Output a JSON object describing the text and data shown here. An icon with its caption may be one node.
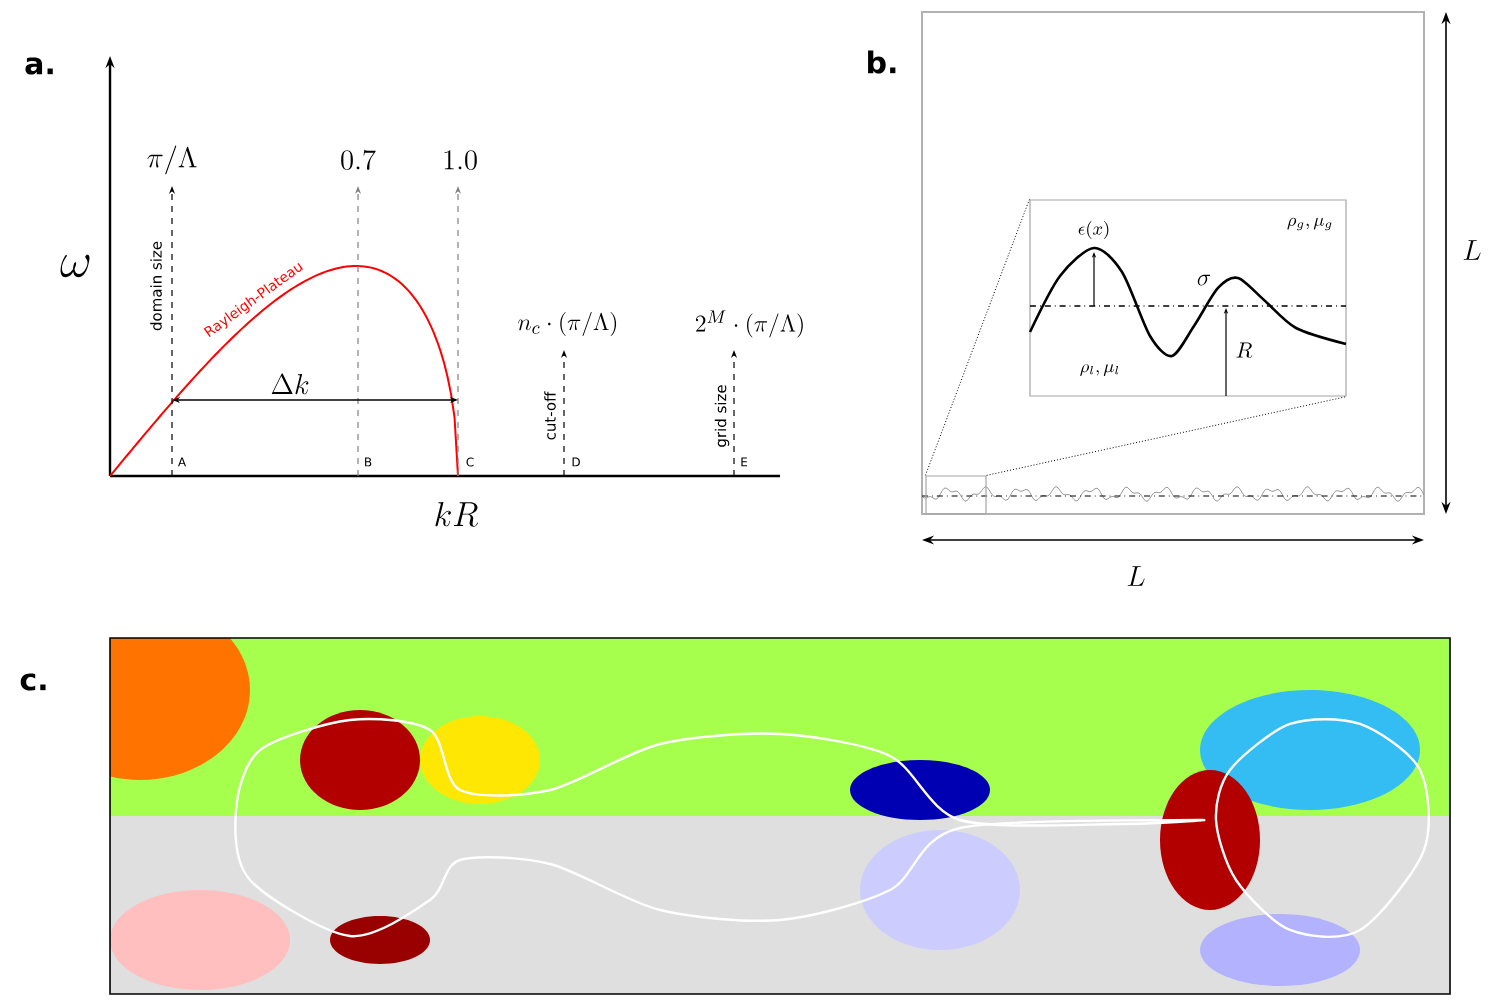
{
  "diagram": {
    "nodes": [
      {
        "text": [],
        "shape": "box"
      },
      {
        "text": [],
        "shape": "box"
      }
    ],
    "edges": [
      {
        "from": 1,
        "to": 0,
        "arrow": "none",
        "style": "dashed"
      },
      {
        "from": 1,
        "to": 0,
        "arrow": "none",
        "style": "dashed"
      }
    ],
    "labels": [
      "a.",
      "\\omega",
      "\\pi/\\Lambda",
      "0.7",
      "1.0",
      "domain size",
      "Rayleigh-Plateau",
      "n_c\\cdot(\\pi/\\Lambda)",
      "2^M\\cdot(\\pi/\\Lambda)",
      "\\Delta k",
      "cut-off",
      "grid size",
      "A",
      "B",
      "C",
      "D",
      "E",
      "kR",
      "b.",
      "L",
      "\\epsilon(x)",
      "\\rho_g,\\mu_g",
      "\\sigma",
      "R",
      "\\rho_l,\\mu_l",
      "L",
      "c."
    ]
  }
}
